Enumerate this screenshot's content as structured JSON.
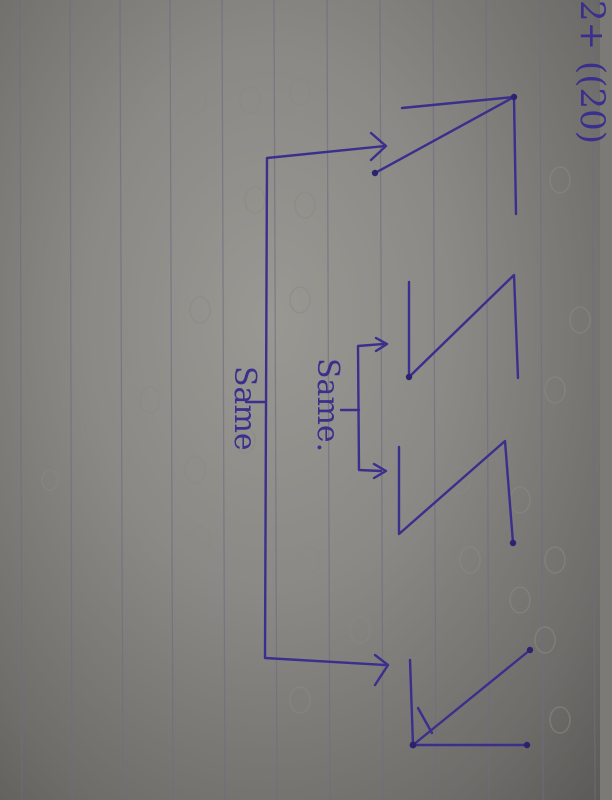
{
  "photo": {
    "subject": "handwritten-notebook-page",
    "ink_color": "#3a2f8c",
    "ruled_line_color": "#6f6d80"
  },
  "annotations": {
    "inner_label": "Same.",
    "outer_label": "Same"
  },
  "top_note": "2+ ((20)"
}
